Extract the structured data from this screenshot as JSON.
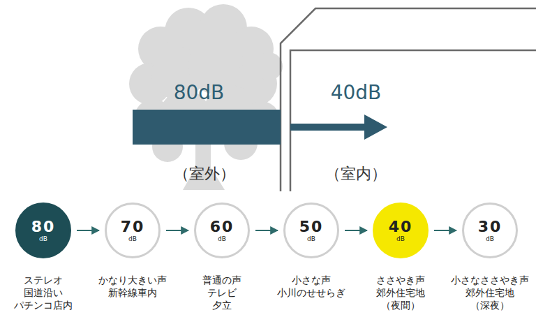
{
  "diagram": {
    "nodes": [
      {
        "text": [
          "80",
          "dB",
          "ステレオ 国道沿い パチンコ店内"
        ]
      },
      {
        "text": [
          "70",
          "dB",
          "かなり大きい声 新幹線車内"
        ]
      },
      {
        "text": [
          "60",
          "dB",
          "普通の声 テレビ 夕立"
        ]
      },
      {
        "text": [
          "50",
          "dB",
          "小さな声 小川のせせらぎ"
        ]
      },
      {
        "text": [
          "40",
          "dB",
          "ささやき声 郊外住宅地 （夜間）"
        ]
      },
      {
        "text": [
          "30",
          "dB",
          "小さなささやき声 郊外住宅地 （深夜）"
        ]
      }
    ],
    "edges": [
      {
        "from": 0,
        "to": 1,
        "arrow": "to"
      },
      {
        "from": 1,
        "to": 2,
        "arrow": "to"
      },
      {
        "from": 2,
        "to": 3,
        "arrow": "to"
      },
      {
        "from": 3,
        "to": 4,
        "arrow": "to"
      },
      {
        "from": 4,
        "to": 5,
        "arrow": "to"
      }
    ],
    "labels": [
      "80dB",
      "40dB",
      "（室外）",
      "（室内）"
    ]
  }
}
